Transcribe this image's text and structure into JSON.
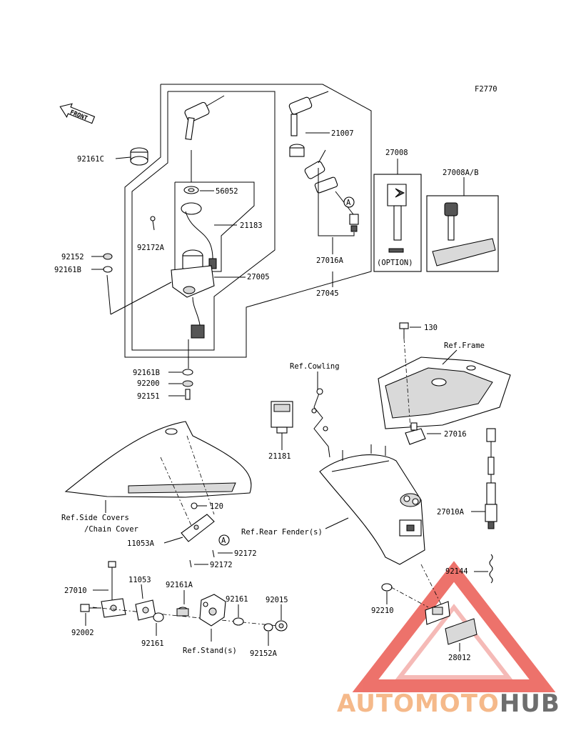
{
  "figure_code": "F2770",
  "front_label": "FRONT",
  "labels": {
    "p92161C": "92161C",
    "p21007": "21007",
    "p27008": "27008",
    "p27008AB": "27008A/B",
    "p56052": "56052",
    "p21183": "21183",
    "p92172A": "92172A",
    "p92152": "92152",
    "p92161B_top": "92161B",
    "p27005": "27005",
    "p27016A": "27016A",
    "option": "(OPTION)",
    "p27045": "27045",
    "callout_A": "A",
    "p130": "130",
    "ref_frame": "Ref.Frame",
    "ref_cowling": "Ref.Cowling",
    "p92161B_bot": "92161B",
    "p92200": "92200",
    "p92151": "92151",
    "p27016": "27016",
    "p21181": "21181",
    "p120": "120",
    "ref_side_covers_1": "Ref.Side Covers",
    "ref_side_covers_2": "/Chain Cover",
    "ref_rear_fender": "Ref.Rear Fender(s)",
    "p27010A": "27010A",
    "p11053A": "11053A",
    "p92172": "92172",
    "p92172_b": "92172",
    "p92144": "92144",
    "p27010": "27010",
    "p11053": "11053",
    "p92161A": "92161A",
    "p92161_a": "92161",
    "p92015": "92015",
    "p92210": "92210",
    "p92002": "92002",
    "p92161_b": "92161",
    "ref_stands": "Ref.Stand(s)",
    "p92152A": "92152A",
    "p28012": "28012"
  },
  "watermark": {
    "part1": "AUTOMOTO",
    "part2": "HUB"
  },
  "colors": {
    "watermark_orange": "#f5b98a",
    "watermark_red": "#e8443a",
    "watermark_gray": "#6e6e6e",
    "line": "#000000"
  }
}
